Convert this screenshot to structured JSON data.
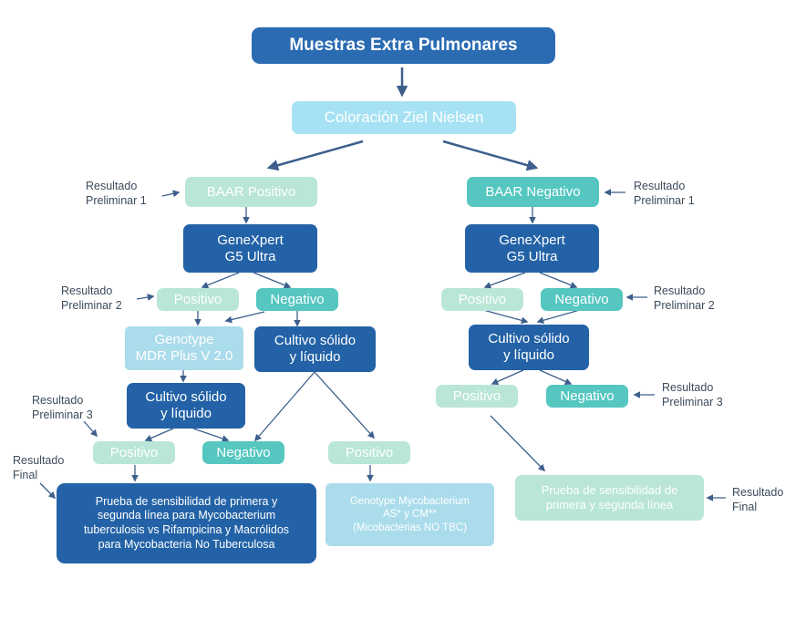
{
  "nodes": {
    "title": "Muestras Extra Pulmonares",
    "coloracion": "Coloración Ziel Nielsen",
    "baar_pos": "BAAR Positivo",
    "baar_neg": "BAAR Negativo",
    "genexpert_left": [
      "GeneXpert",
      "G5 Ultra"
    ],
    "genexpert_right": [
      "GeneXpert",
      "G5 Ultra"
    ],
    "pos_l2": "Positivo",
    "neg_l2": "Negativo",
    "pos_r2": "Positivo",
    "neg_r2": "Negativo",
    "genotype_mdr": [
      "Genotype",
      "MDR Plus V 2.0"
    ],
    "cultivo_mid": [
      "Cultivo sólido",
      "y líquido"
    ],
    "cultivo_right": [
      "Cultivo sólido",
      "y líquido"
    ],
    "cultivo_left": [
      "Cultivo sólido",
      "y líquido"
    ],
    "pos_l3": "Positivo",
    "neg_l3": "Negativo",
    "pos_mid3": "Positivo",
    "pos_r3": "Positivo",
    "neg_r3": "Negativo",
    "prueba_left": [
      "Prueba de sensibilidad de primera y",
      "segunda línea para Mycobacterium",
      "tuberculosis vs Rifampicina y Macrólidos",
      "para Mycobacteria No Tuberculosa"
    ],
    "genotype_myco": [
      "Genotype Mycobacterium",
      "AS* y CM**",
      "(Micobacterias NO TBC)"
    ],
    "prueba_right": [
      "Prueba de sensibilidad de",
      "primera y segunda línea"
    ]
  },
  "labels": {
    "rp1_left": [
      "Resultado",
      "Preliminar 1"
    ],
    "rp1_right": [
      "Resultado",
      "Preliminar 1"
    ],
    "rp2_left": [
      "Resultado",
      "Preliminar 2"
    ],
    "rp2_right": [
      "Resultado",
      "Preliminar 2"
    ],
    "rp3_left": [
      "Resultado",
      "Preliminar 3"
    ],
    "rp3_right": [
      "Resultado",
      "Preliminar 3"
    ],
    "rf_left": [
      "Resultado",
      "Final"
    ],
    "rf_right": [
      "Resultado",
      "Final"
    ]
  },
  "colors": {
    "dark_blue": "#2362a6",
    "light_blue": "#aadceb",
    "teal": "#55c6c0",
    "pale_green": "#b9e6d6",
    "arrow": "#3d5f8c"
  }
}
